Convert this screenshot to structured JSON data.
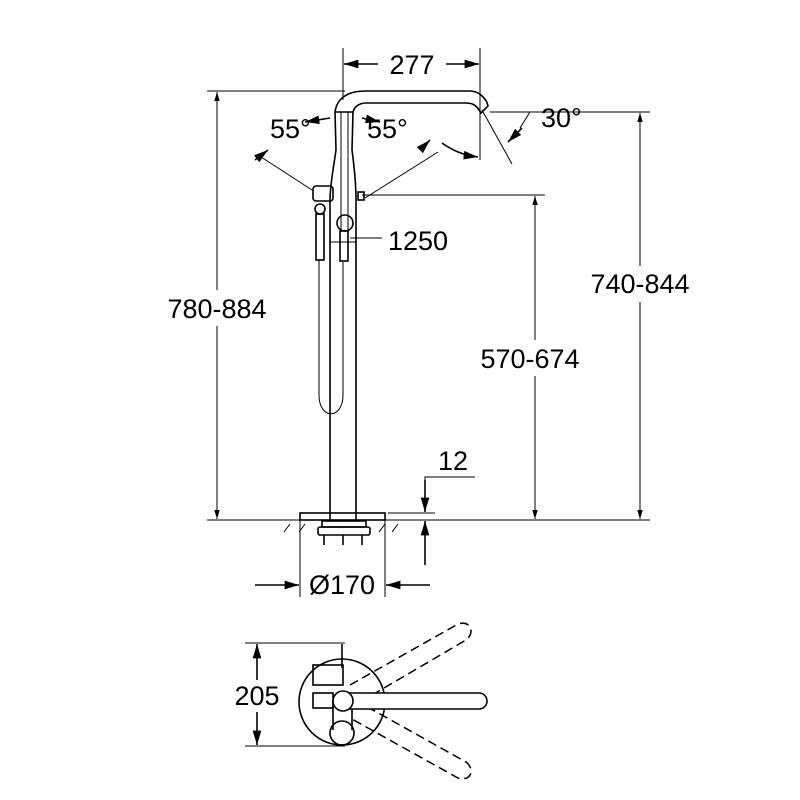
{
  "drawing": {
    "dimensions": {
      "spout_reach": "277",
      "spout_angle": "30°",
      "handle_angle_left": "55°",
      "handle_angle_right": "55°",
      "hose_length": "1250",
      "total_height": "780-884",
      "spout_height": "740-844",
      "handle_height": "570-674",
      "base_thickness": "12",
      "base_diameter": "Ø170",
      "top_view_depth": "205"
    },
    "line_color": "#000000",
    "background_color": "#ffffff"
  }
}
